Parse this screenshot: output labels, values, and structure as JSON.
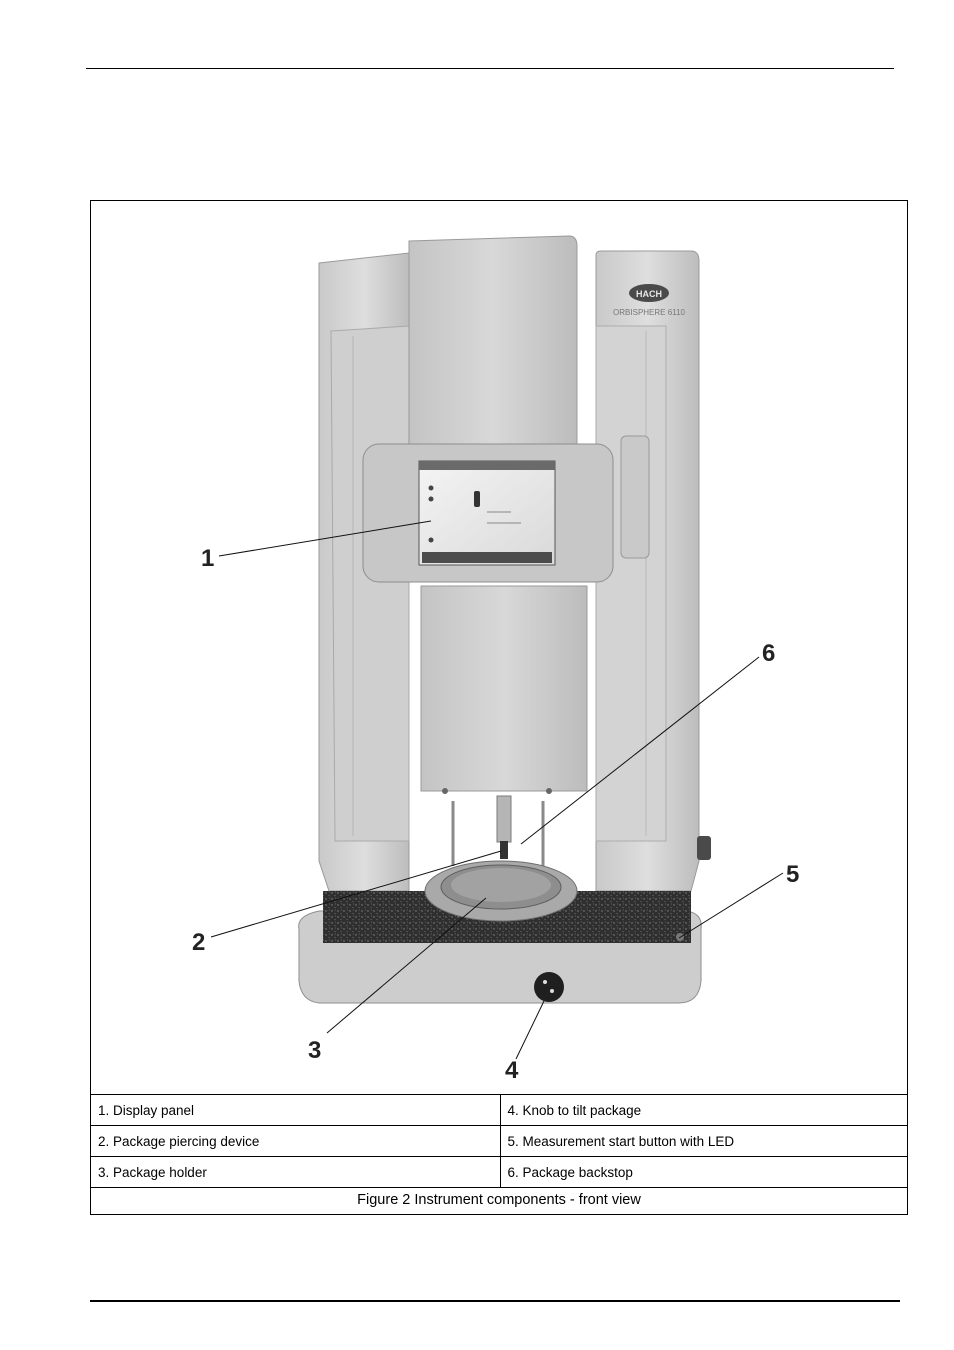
{
  "figure": {
    "callouts": [
      "1",
      "2",
      "3",
      "4",
      "5",
      "6"
    ],
    "device_brand": "HACH",
    "device_model": "ORBISPHERE 6110",
    "legend": [
      [
        "1. Display panel",
        "4. Knob to tilt package"
      ],
      [
        "2. Package piercing device",
        "5. Measurement start button with LED"
      ],
      [
        "3. Package holder",
        "6. Package backstop"
      ]
    ],
    "caption": "Figure 2  Instrument components - front view"
  }
}
